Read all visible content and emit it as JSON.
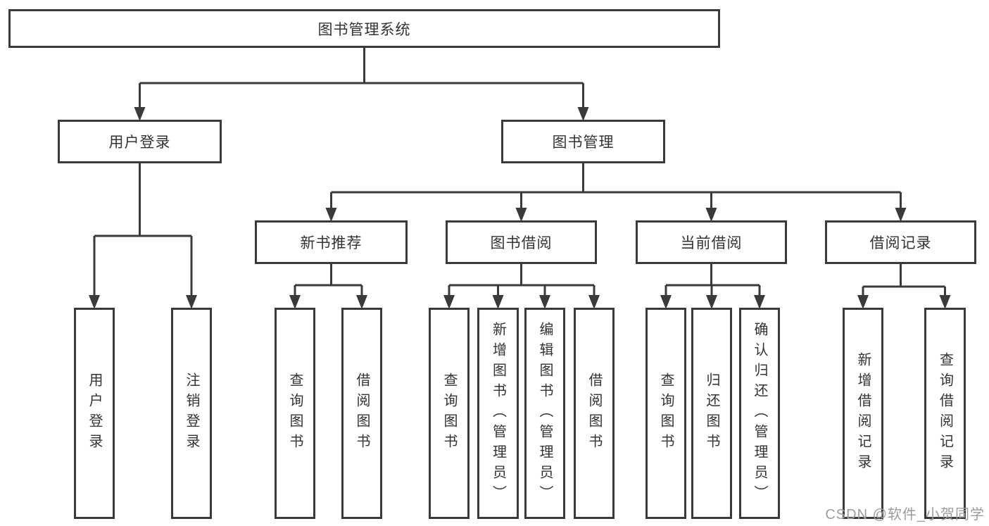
{
  "diagram": {
    "title": "图书管理系统",
    "nodes": [
      {
        "id": "root",
        "label": "图书管理系统",
        "level": 1
      },
      {
        "id": "user-login",
        "label": "用户登录",
        "level": 2
      },
      {
        "id": "book-mgmt",
        "label": "图书管理",
        "level": 2
      },
      {
        "id": "new-book-rec",
        "label": "新书推荐",
        "level": 3
      },
      {
        "id": "book-borrow",
        "label": "图书借阅",
        "level": 3
      },
      {
        "id": "current-borrow",
        "label": "当前借阅",
        "level": 3
      },
      {
        "id": "borrow-record",
        "label": "借阅记录",
        "level": 3
      },
      {
        "id": "ul-login",
        "label": "用户登录",
        "level": 4
      },
      {
        "id": "ul-logout",
        "label": "注销登录",
        "level": 4
      },
      {
        "id": "nb-query",
        "label": "查询图书",
        "level": 4
      },
      {
        "id": "nb-borrow",
        "label": "借阅图书",
        "level": 4
      },
      {
        "id": "bb-query",
        "label": "查询图书",
        "level": 4
      },
      {
        "id": "bb-add",
        "label": "新增图书（管理员）",
        "level": 4
      },
      {
        "id": "bb-edit",
        "label": "编辑图书（管理员）",
        "level": 4
      },
      {
        "id": "bb-borrow",
        "label": "借阅图书",
        "level": 4
      },
      {
        "id": "cb-query",
        "label": "查询图书",
        "level": 4
      },
      {
        "id": "cb-return",
        "label": "归还图书",
        "level": 4
      },
      {
        "id": "cb-confirm",
        "label": "确认归还（管理员）",
        "level": 4
      },
      {
        "id": "br-add",
        "label": "新增借阅记录",
        "level": 4
      },
      {
        "id": "br-query",
        "label": "查询借阅记录",
        "level": 4
      }
    ],
    "edges": [
      {
        "from": "root",
        "to": [
          "user-login",
          "book-mgmt"
        ]
      },
      {
        "from": "user-login",
        "to": [
          "ul-login",
          "ul-logout"
        ]
      },
      {
        "from": "book-mgmt",
        "to": [
          "new-book-rec",
          "book-borrow",
          "current-borrow",
          "borrow-record"
        ]
      },
      {
        "from": "new-book-rec",
        "to": [
          "nb-query",
          "nb-borrow"
        ]
      },
      {
        "from": "book-borrow",
        "to": [
          "bb-query",
          "bb-add",
          "bb-edit",
          "bb-borrow"
        ]
      },
      {
        "from": "current-borrow",
        "to": [
          "cb-query",
          "cb-return",
          "cb-confirm"
        ]
      },
      {
        "from": "borrow-record",
        "to": [
          "br-add",
          "br-query"
        ]
      }
    ]
  },
  "colors": {
    "line": "#3a3a3a",
    "box_border": "#3a3a3a",
    "box_fill": "#ffffff",
    "text": "#333333",
    "watermark": "#9c9c9c",
    "background": "#ffffff"
  },
  "watermark": {
    "text": "CSDN @软件_小贺同学"
  }
}
